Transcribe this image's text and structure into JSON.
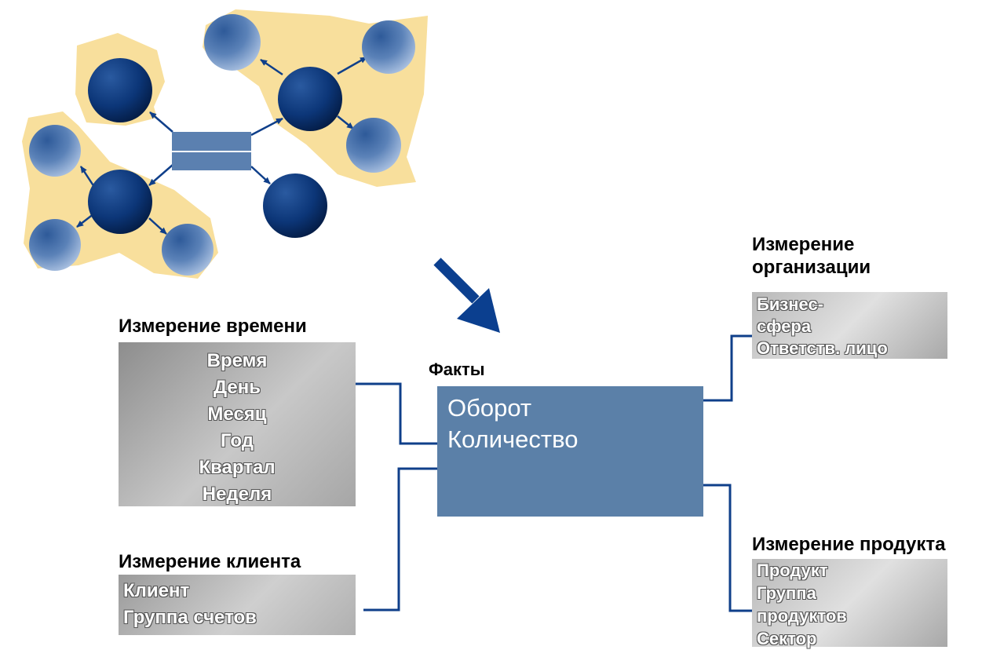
{
  "facts": {
    "title": "Факты",
    "items": [
      "Оборот",
      "Количество"
    ]
  },
  "dimensions": {
    "time": {
      "title": "Измерение времени",
      "items": [
        "Время",
        "День",
        "Месяц",
        "Год",
        "Квартал",
        "Неделя"
      ]
    },
    "client": {
      "title": "Измерение клиента",
      "items": [
        "Клиент",
        "Группа счетов"
      ]
    },
    "organization": {
      "title_line1": "Измерение",
      "title_line2": "организации",
      "items": [
        "Бизнес-",
        "сфера",
        "Ответств. лицо"
      ]
    },
    "product": {
      "title": "Измерение продукта",
      "items": [
        "Продукт",
        "Группа",
        "продуктов",
        "Сектор"
      ]
    }
  },
  "colors": {
    "blob": "#f8df9c",
    "node_dark": "#0a2f6a",
    "node_light": "#7f9fce",
    "connector": "#0f3f8a",
    "facts_fill": "#5b80a8",
    "big_arrow": "#0b3f8f"
  }
}
